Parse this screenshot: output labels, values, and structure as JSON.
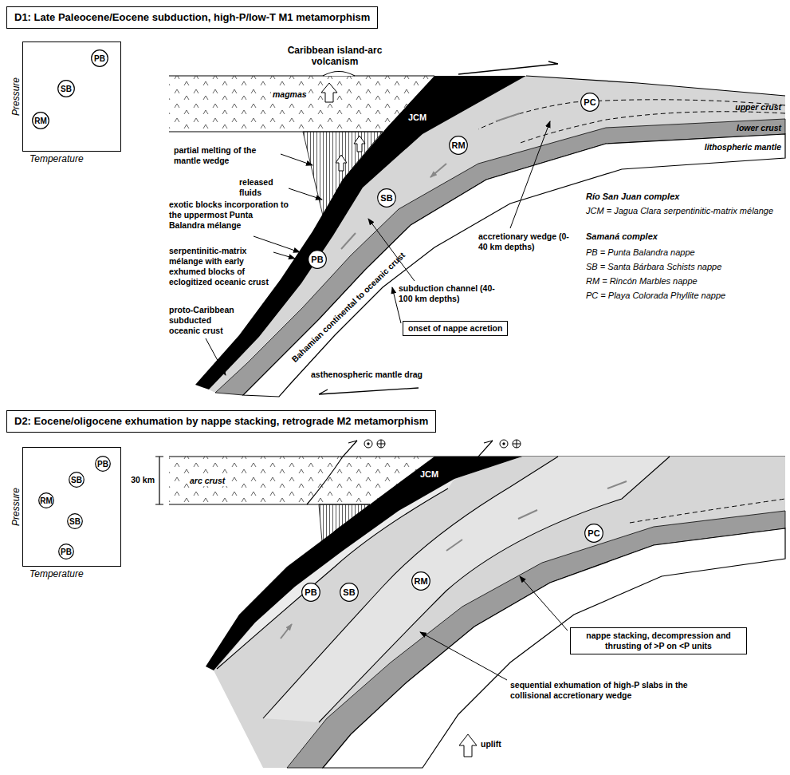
{
  "diagram": {
    "nodes": [
      {
        "text": [
          "D1: Late Paleocene/Eocene subduction, high-P/low-T M1 metamorphism"
        ]
      },
      {
        "text": [
          "Pressure",
          "Temperature"
        ]
      },
      {
        "text": [
          "RM"
        ],
        "in": 1
      },
      {
        "text": [
          "SB"
        ],
        "in": 1
      },
      {
        "text": [
          "PB"
        ],
        "in": 1
      },
      {
        "text": [
          "PC"
        ]
      },
      {
        "text": [
          "RM"
        ]
      },
      {
        "text": [
          "SB"
        ]
      },
      {
        "text": [
          "PB"
        ]
      },
      {
        "text": [
          "onset of nappe acretion"
        ]
      },
      {
        "text": [
          "D2: Eocene/oligocene exhumation by nappe stacking, retrograde M2 metamorphism"
        ]
      },
      {
        "text": [
          "Pressure",
          "Temperature"
        ]
      },
      {
        "text": [
          "PB"
        ],
        "in": 11
      },
      {
        "text": [
          "SB"
        ],
        "in": 11
      },
      {
        "text": [
          "RM"
        ],
        "in": 11
      },
      {
        "text": [
          "SB"
        ],
        "in": 11
      },
      {
        "text": [
          "PB"
        ],
        "in": 11
      },
      {
        "text": [
          "PB"
        ]
      },
      {
        "text": [
          "SB"
        ]
      },
      {
        "text": [
          "RM"
        ]
      },
      {
        "text": [
          "PC"
        ]
      },
      {
        "text": [
          "nappe stacking, decompression and thrusting of >P on <P units"
        ]
      }
    ],
    "edges": [
      {
        "from": 2,
        "to": 3,
        "arrow": "none"
      },
      {
        "from": 3,
        "to": 4,
        "arrow": "to"
      },
      {
        "from": 12,
        "to": 16,
        "arrow": "to"
      },
      {
        "from": 13,
        "to": 15,
        "arrow": "to"
      }
    ],
    "labels": [
      "Caribbean island-arc volcanism",
      "magmas",
      "JCM",
      "upper crust",
      "lower crust",
      "lithospheric mantle",
      "partial melting of the mantle wedge",
      "released fluids",
      "exotic blocks incorporation to the uppermost Punta Balandra mélange",
      "serpentinitic-matrix mélange with early exhumed blocks of eclogitized oceanic crust",
      "proto-Caribbean subducted oceanic crust",
      "Bahamian continental to oceanic crust",
      "subduction channel (40-100 km depths)",
      "accretionary wedge (0-40 km depths)",
      "asthenospheric mantle drag",
      "Río San Juan complex",
      "JCM = Jagua Clara serpentinitic-matrix mélange",
      "Samaná complex",
      "PB = Punta Balandra nappe",
      "SB = Santa Bárbara Schists nappe",
      "RM = Rincón Marbles nappe",
      "PC = Playa Colorada Phyllite nappe",
      "30 km",
      "arc crust",
      "JCM",
      "sequential exhumation of high-P slabs in the collisional accretionary wedge",
      "uplift"
    ]
  }
}
